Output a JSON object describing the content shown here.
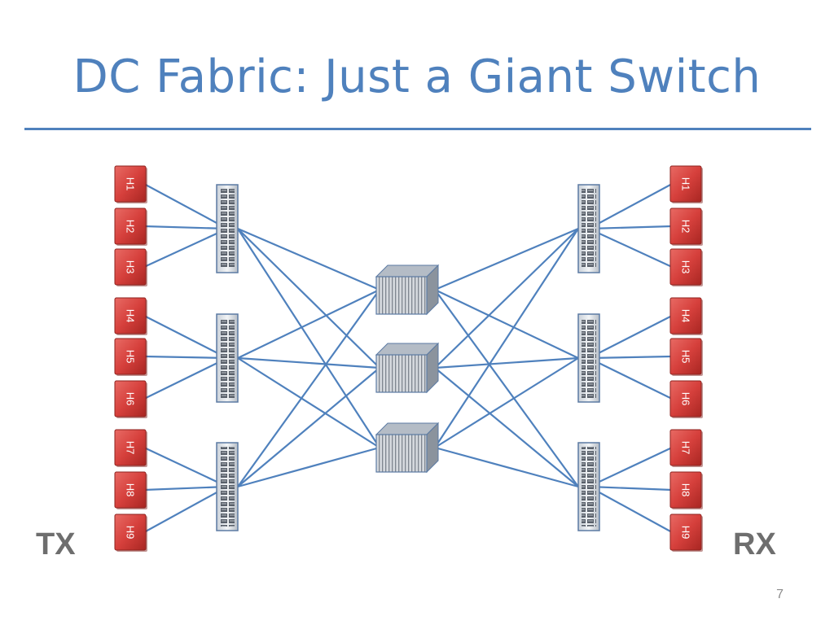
{
  "slide": {
    "title": "DC Fabric: Just a Giant Switch",
    "tx_label": "TX",
    "rx_label": "RX",
    "page_number": "7"
  },
  "diagram": {
    "tx_hosts": [
      "H1",
      "H2",
      "H3",
      "H4",
      "H5",
      "H6",
      "H7",
      "H8",
      "H9"
    ],
    "rx_hosts": [
      "H1",
      "H2",
      "H3",
      "H4",
      "H5",
      "H6",
      "H7",
      "H8",
      "H9"
    ],
    "colors": {
      "title": "#4f81bd",
      "link": "#4f81bd",
      "host": "#d6403c",
      "label": "#6e6e6e"
    }
  }
}
